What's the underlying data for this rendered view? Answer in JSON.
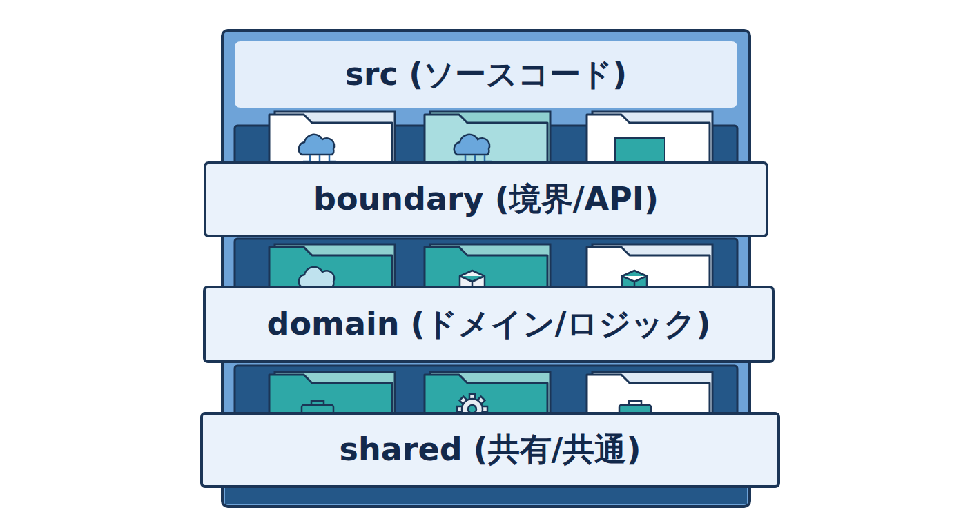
{
  "diagram": {
    "nodes": [
      {
        "text": [
          "src (ソースコード)"
        ]
      },
      {
        "text": [
          "boundary (境界/API)"
        ],
        "in": 0
      },
      {
        "text": [
          "domain (ドメイン/ロジック)"
        ],
        "in": 0
      },
      {
        "text": [
          "shared (共有/共通)"
        ],
        "in": 0
      }
    ]
  }
}
